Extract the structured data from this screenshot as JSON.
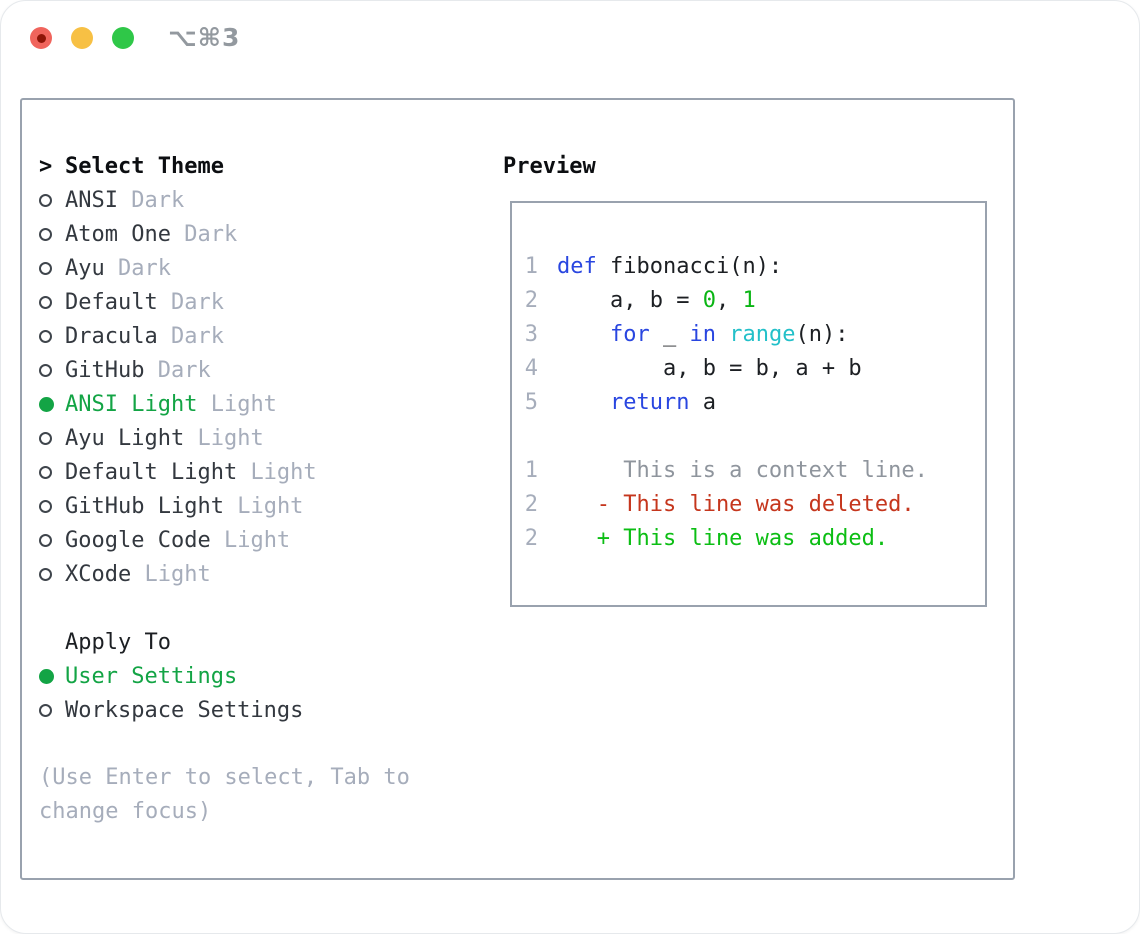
{
  "window": {
    "title": "⌥⌘3",
    "traffic_lights": [
      "close",
      "minimize",
      "zoom"
    ]
  },
  "colors": {
    "traffic_red": "#f0645c",
    "traffic_yellow": "#f7c044",
    "traffic_green": "#2fc748",
    "title_gray": "#93999f",
    "border_gray": "#99a2ae",
    "heading_black": "#0c0e11",
    "text_dark": "#33383f",
    "muted": "#a6adbb",
    "code_text": "#1c1f23",
    "selection_green": "#13a445",
    "keyword_blue": "#2946e0",
    "function_cyan": "#23c0c9",
    "literal_green": "#0ab514",
    "context_gray": "#8f959d",
    "deleted_red": "#c5361d",
    "added_green": "#0cbe14"
  },
  "theme_picker": {
    "cursor": ">",
    "header": "Select Theme",
    "items": [
      {
        "name": "ANSI",
        "variant": "Dark",
        "selected": false
      },
      {
        "name": "Atom One",
        "variant": "Dark",
        "selected": false
      },
      {
        "name": "Ayu",
        "variant": "Dark",
        "selected": false
      },
      {
        "name": "Default",
        "variant": "Dark",
        "selected": false
      },
      {
        "name": "Dracula",
        "variant": "Dark",
        "selected": false
      },
      {
        "name": "GitHub",
        "variant": "Dark",
        "selected": false
      },
      {
        "name": "ANSI Light",
        "variant": "Light",
        "selected": true
      },
      {
        "name": "Ayu Light",
        "variant": "Light",
        "selected": false
      },
      {
        "name": "Default Light",
        "variant": "Light",
        "selected": false
      },
      {
        "name": "GitHub Light",
        "variant": "Light",
        "selected": false
      },
      {
        "name": "Google Code",
        "variant": "Light",
        "selected": false
      },
      {
        "name": "XCode",
        "variant": "Light",
        "selected": false
      }
    ],
    "apply_to": {
      "header": "Apply To",
      "options": [
        {
          "label": "User Settings",
          "selected": true
        },
        {
          "label": "Workspace Settings",
          "selected": false
        }
      ]
    },
    "hint": "(Use Enter to select, Tab to change focus)"
  },
  "preview": {
    "header": "Preview",
    "code_lines": [
      {
        "num": "1",
        "segments": [
          [
            "def",
            "kw"
          ],
          [
            " fibonacci(n):",
            "pl"
          ]
        ]
      },
      {
        "num": "2",
        "segments": [
          [
            "    a, b = ",
            "pl"
          ],
          [
            "0",
            "lit"
          ],
          [
            ", ",
            "pl"
          ],
          [
            "1",
            "lit"
          ]
        ]
      },
      {
        "num": "3",
        "segments": [
          [
            "    ",
            "pl"
          ],
          [
            "for",
            "kw"
          ],
          [
            " _ ",
            "pl"
          ],
          [
            "in",
            "kw"
          ],
          [
            " ",
            "pl"
          ],
          [
            "range",
            "fn"
          ],
          [
            "(n):",
            "pl"
          ]
        ]
      },
      {
        "num": "4",
        "segments": [
          [
            "        a, b = b, a + b",
            "pl"
          ]
        ]
      },
      {
        "num": "5",
        "segments": [
          [
            "    ",
            "pl"
          ],
          [
            "return",
            "kw"
          ],
          [
            " a",
            "pl"
          ]
        ]
      }
    ],
    "diff_lines": [
      {
        "num": "1",
        "kind": "context",
        "segments": [
          [
            "     This is a context line.",
            "ctx"
          ]
        ]
      },
      {
        "num": "2",
        "kind": "deleted",
        "segments": [
          [
            "   - This line was deleted.",
            "del"
          ]
        ]
      },
      {
        "num": "2",
        "kind": "added",
        "segments": [
          [
            "   + This line was added.",
            "add"
          ]
        ]
      }
    ]
  }
}
